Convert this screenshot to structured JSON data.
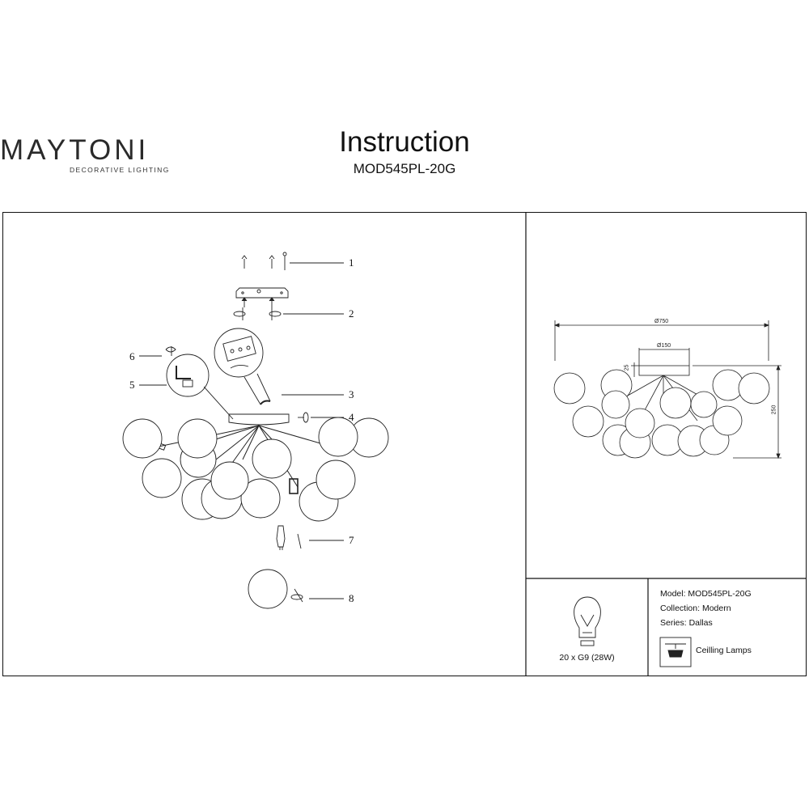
{
  "brand": {
    "name": "MAYTONI",
    "tagline": "DECORATIVE LIGHTING"
  },
  "header": {
    "title": "Instruction",
    "model": "MOD545PL-20G"
  },
  "assembly": {
    "part_numbers": [
      "1",
      "2",
      "3",
      "4",
      "5",
      "6",
      "7",
      "8"
    ]
  },
  "dimensions": {
    "width": "Ø750",
    "canopy": "Ø150",
    "canopy_height": "25",
    "height": "250"
  },
  "bulb": {
    "label": "20 x G9 (28W)"
  },
  "info": {
    "model": "Model: MOD545PL-20G",
    "collection": "Collection: Modern",
    "series": "Series: Dallas",
    "category": "Ceilling Lamps"
  }
}
